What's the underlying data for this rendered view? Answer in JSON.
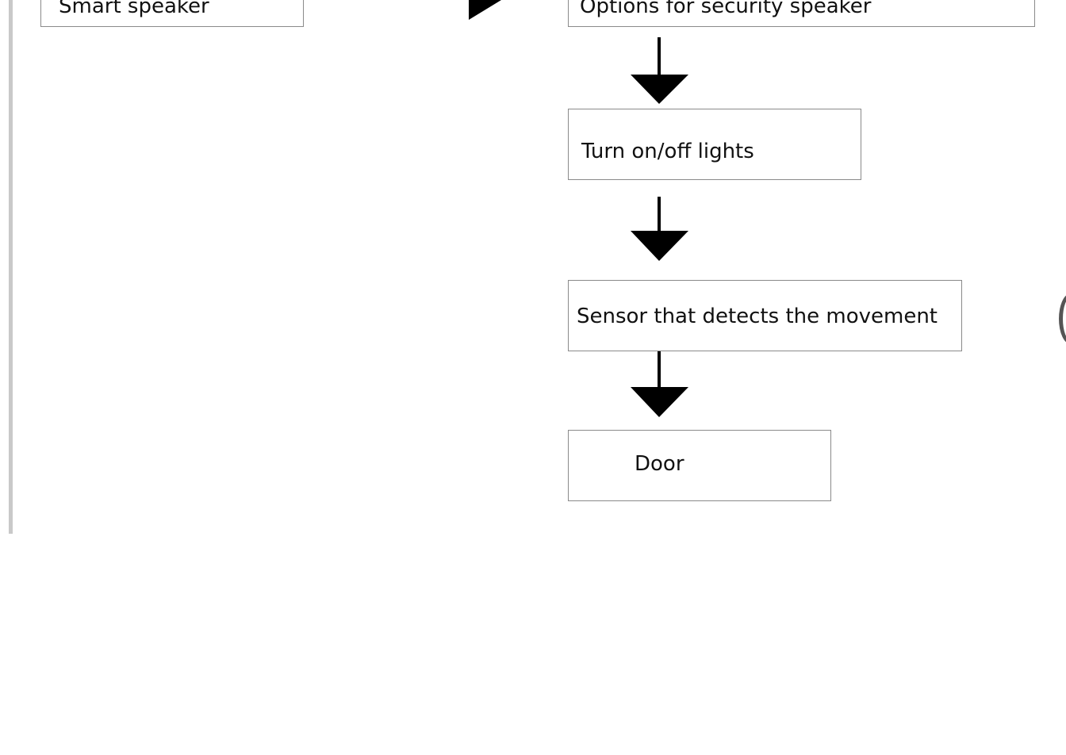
{
  "diagram": {
    "nodes": [
      {
        "id": "smart",
        "label": "Smart speaker"
      },
      {
        "id": "options",
        "label": "Options for security speaker"
      },
      {
        "id": "lights",
        "label": "Turn on/off lights"
      },
      {
        "id": "sensor",
        "label": "Sensor that detects the movement"
      },
      {
        "id": "door",
        "label": "Door"
      }
    ],
    "edges": [
      {
        "from": "smart",
        "to": "options"
      },
      {
        "from": "options",
        "to": "lights"
      },
      {
        "from": "lights",
        "to": "sensor"
      },
      {
        "from": "sensor",
        "to": "door"
      }
    ]
  }
}
